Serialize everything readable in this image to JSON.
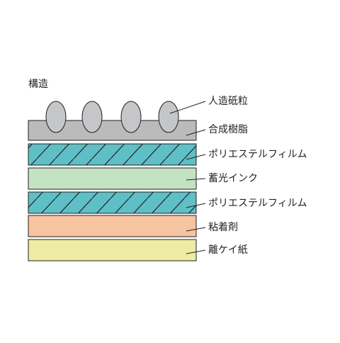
{
  "diagram": {
    "title": "構造",
    "layers": [
      {
        "label": "人造砥粒",
        "color": "#c5c6c8",
        "pattern": "none"
      },
      {
        "label": "合成樹脂",
        "color": "#babbbd",
        "pattern": "none"
      },
      {
        "label": "ポリエステルフィルム",
        "color": "#5fbfc6",
        "pattern": "diagonal-hatch"
      },
      {
        "label": "蓄光インク",
        "color": "#c3e3c3",
        "pattern": "none"
      },
      {
        "label": "ポリエステルフィルム",
        "color": "#5fbfc6",
        "pattern": "diagonal-hatch"
      },
      {
        "label": "粘着剤",
        "color": "#f6c4a0",
        "pattern": "none"
      },
      {
        "label": "離ケイ紙",
        "color": "#eeeba3",
        "pattern": "none"
      }
    ]
  }
}
